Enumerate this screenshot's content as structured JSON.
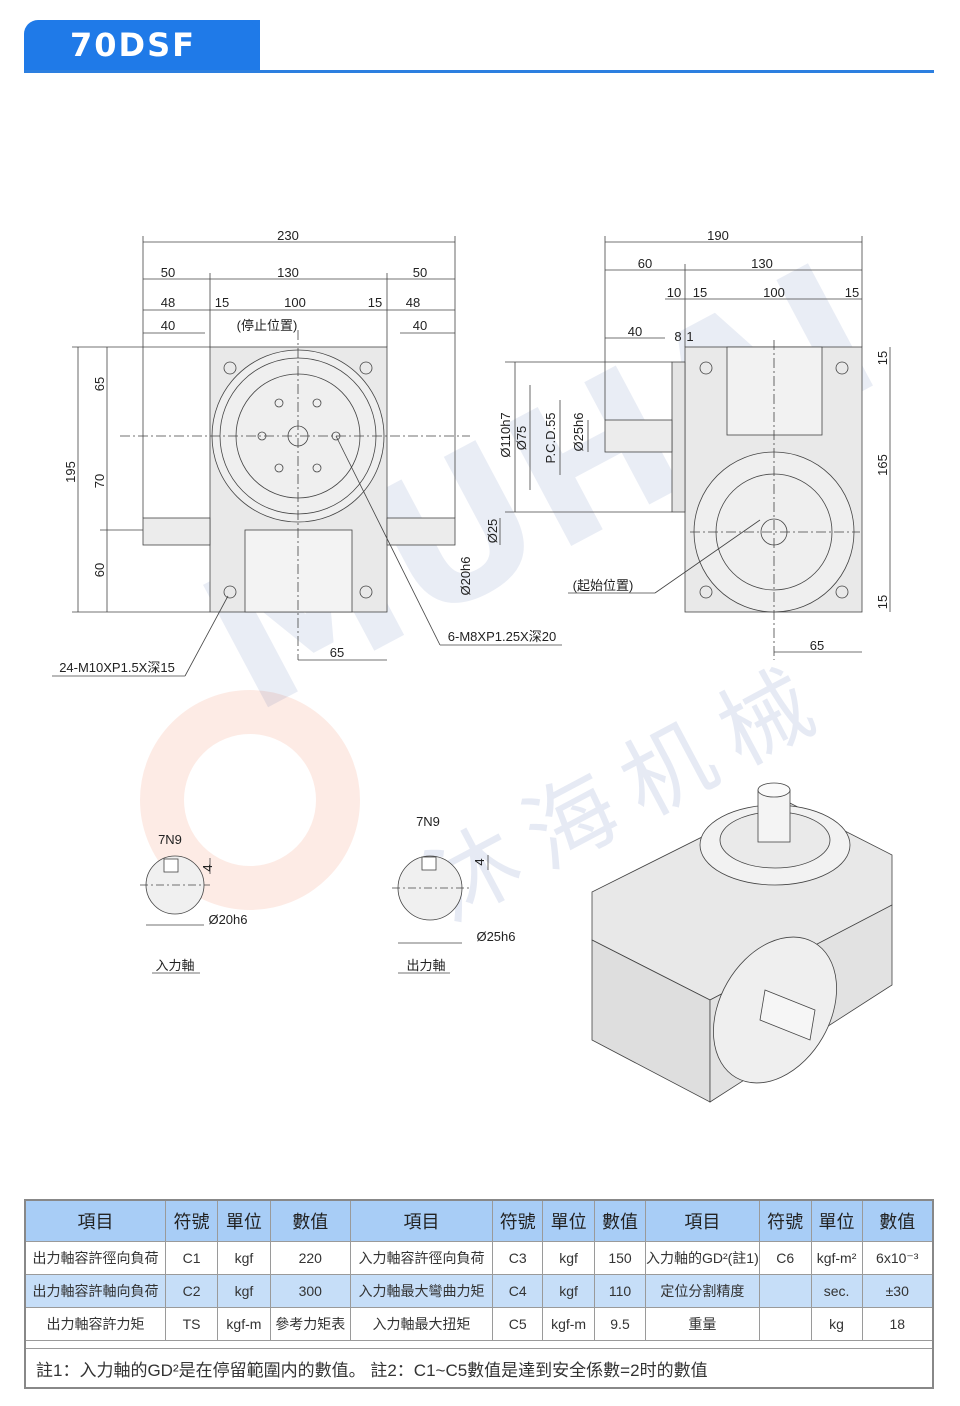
{
  "header": {
    "title": "70DSF",
    "accent": "#1f7ae8"
  },
  "watermark": {
    "brand": "MUHAI",
    "chinese": "沐海机械"
  },
  "front_view": {
    "dims": [
      "230",
      "50",
      "130",
      "50",
      "48",
      "15",
      "100",
      "15",
      "48",
      "40",
      "40",
      "195",
      "65",
      "70",
      "60",
      "65"
    ],
    "callouts": {
      "stop_position": "(停止位置)",
      "tap_holes": "24-M10XP1.5X深15",
      "bolt_holes": "6-M8XP1.25X深20",
      "shaft_dia": "Ø25",
      "shaft_fit": "Ø20h6"
    }
  },
  "side_view": {
    "dims": [
      "190",
      "60",
      "130",
      "10",
      "15",
      "100",
      "15",
      "40",
      "8",
      "1",
      "15",
      "165",
      "15",
      "65"
    ],
    "callouts": {
      "d110": "Ø110h7",
      "d75": "Ø75",
      "pcd": "P.C.D.55",
      "d25": "Ø25h6",
      "start_position": "(起始位置)"
    }
  },
  "input_shaft": {
    "key": "7N9",
    "depth": "4",
    "dia": "Ø20h6",
    "label": "入力軸"
  },
  "output_shaft": {
    "key": "7N9",
    "depth": "4",
    "dia": "Ø25h6",
    "label": "出力軸"
  },
  "table": {
    "headers": [
      "項目",
      "符號",
      "單位",
      "數值",
      "項目",
      "符號",
      "單位",
      "數值",
      "項目",
      "符號",
      "單位",
      "數值"
    ],
    "rows": [
      [
        "出力軸容許徑向負荷",
        "C1",
        "kgf",
        "220",
        "入力軸容許徑向負荷",
        "C3",
        "kgf",
        "150",
        "入力軸的GD²(註1)",
        "C6",
        "kgf-m²",
        "6x10⁻³"
      ],
      [
        "出力軸容許軸向負荷",
        "C2",
        "kgf",
        "300",
        "入力軸最大彎曲力矩",
        "C4",
        "kgf",
        "110",
        "定位分割精度",
        "",
        "sec.",
        "±30"
      ],
      [
        "出力軸容許力矩",
        "TS",
        "kgf-m",
        "參考力矩表",
        "入力軸最大扭矩",
        "C5",
        "kgf-m",
        "9.5",
        "重量",
        "",
        "kg",
        "18"
      ]
    ],
    "note": "註1：入力軸的GD²是在停留範圍内的數值。 註2：C1~C5數值是達到安全係數=2时的數值"
  }
}
